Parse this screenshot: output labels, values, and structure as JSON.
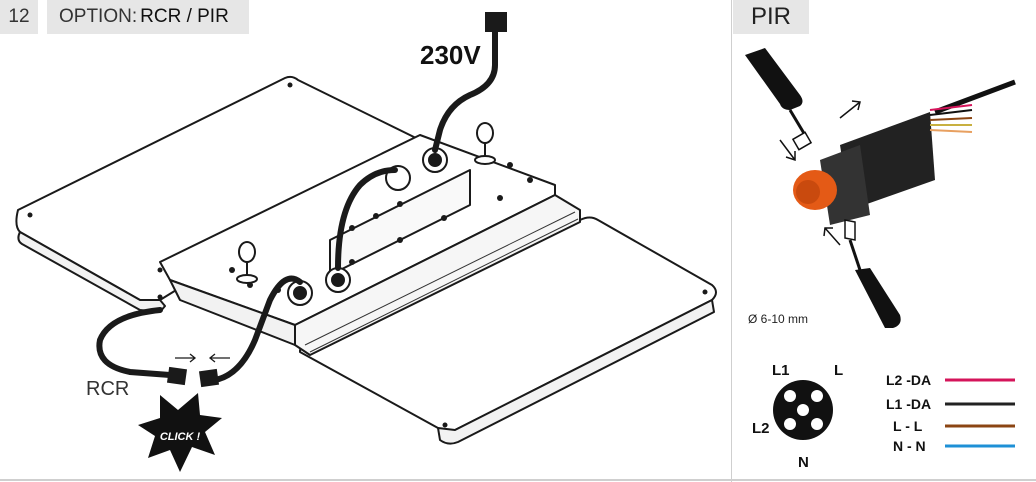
{
  "header": {
    "step_number": "12",
    "option_label": "OPTION:",
    "option_value": "RCR / PIR"
  },
  "main": {
    "voltage_label": "230V",
    "rcr_label": "RCR",
    "click_label": "CLICK !"
  },
  "pir": {
    "title": "PIR",
    "diameter": "Ø 6-10 mm",
    "pins": {
      "l1": "L1",
      "l": "L",
      "l2": "L2",
      "n": "N"
    },
    "wiring": [
      {
        "label": "L2 -DA",
        "color": "#d4145a"
      },
      {
        "label": "L1 -DA",
        "color": "#222222"
      },
      {
        "label": "L - L",
        "color": "#8b4513"
      },
      {
        "label": "N - N",
        "color": "#1e90d6"
      }
    ]
  }
}
